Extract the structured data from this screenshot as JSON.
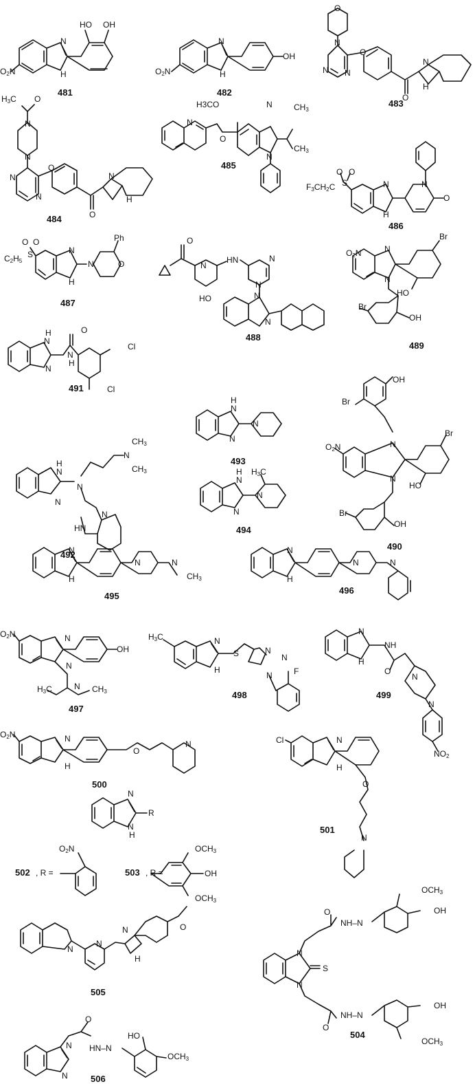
{
  "figure": {
    "type": "chemical-structures",
    "background": "#ffffff",
    "ink": "#111111"
  },
  "compounds": [
    {
      "id": "481",
      "label": "481",
      "substituents": [
        "HO",
        "OH",
        "N",
        "H",
        "O2N"
      ]
    },
    {
      "id": "482",
      "label": "482",
      "substituents": [
        "N",
        "H",
        "OH",
        "O2N"
      ]
    },
    {
      "id": "483",
      "label": "483",
      "substituents": [
        "O",
        "N",
        "N",
        "N",
        "O",
        "N",
        "H",
        "O"
      ]
    },
    {
      "id": "484",
      "label": "484",
      "substituents": [
        "H3C",
        "O",
        "N",
        "N",
        "N",
        "N",
        "O",
        "N",
        "H",
        "O"
      ]
    },
    {
      "id": "485",
      "label": "485",
      "substituents": [
        "H3CO",
        "N",
        "CH3",
        "CH3",
        "N",
        "N",
        "O"
      ]
    },
    {
      "id": "486",
      "label": "486",
      "substituents": [
        "O",
        "O",
        "S",
        "F3CH2C",
        "N",
        "H",
        "N",
        "O"
      ]
    },
    {
      "id": "487",
      "label": "487",
      "substituents": [
        "O",
        "O",
        "S",
        "C2H5",
        "N",
        "H",
        "N",
        "O",
        "Ph"
      ]
    },
    {
      "id": "488",
      "label": "488",
      "substituents": [
        "O",
        "N",
        "HN",
        "N",
        "N",
        "HO",
        "N",
        "N"
      ]
    },
    {
      "id": "489",
      "label": "489",
      "substituents": [
        "O2N",
        "N",
        "N",
        "Br",
        "HO",
        "Br",
        "OH"
      ]
    },
    {
      "id": "490",
      "label": "490",
      "substituents": [
        "Br",
        "OH",
        "O2N",
        "N",
        "N",
        "Br",
        "HO",
        "Br",
        "OH"
      ]
    },
    {
      "id": "491",
      "label": "491",
      "substituents": [
        "H",
        "N",
        "N",
        "O",
        "N",
        "H",
        "Cl",
        "Cl"
      ]
    },
    {
      "id": "492",
      "label": "492",
      "substituents": [
        "H",
        "N",
        "N",
        "N",
        "N",
        "CH3",
        "CH3",
        "N",
        "HN"
      ]
    },
    {
      "id": "493",
      "label": "493",
      "substituents": [
        "H",
        "N",
        "N",
        "N"
      ]
    },
    {
      "id": "494",
      "label": "494",
      "substituents": [
        "H",
        "N",
        "N",
        "N",
        "H3C"
      ]
    },
    {
      "id": "495",
      "label": "495",
      "substituents": [
        "N",
        "H",
        "N",
        "N",
        "CH3"
      ]
    },
    {
      "id": "496",
      "label": "496",
      "substituents": [
        "N",
        "H",
        "N",
        "N"
      ]
    },
    {
      "id": "497",
      "label": "497",
      "substituents": [
        "O2N",
        "N",
        "N",
        "OH",
        "H3C",
        "N",
        "CH3"
      ]
    },
    {
      "id": "498",
      "label": "498",
      "substituents": [
        "H3C",
        "N",
        "H",
        "S",
        "N",
        "N",
        "N",
        "F"
      ]
    },
    {
      "id": "499",
      "label": "499",
      "substituents": [
        "N",
        "H",
        "NH",
        "O",
        "N",
        "N",
        "NO2"
      ]
    },
    {
      "id": "500",
      "label": "500",
      "substituents": [
        "O2N",
        "N",
        "H",
        "O",
        "N"
      ]
    },
    {
      "id": "501",
      "label": "501",
      "substituents": [
        "Cl",
        "N",
        "H",
        "O",
        "N"
      ]
    },
    {
      "id": "502",
      "label": "502",
      "prefix": "502, R =",
      "substituents": [
        "O2N"
      ]
    },
    {
      "id": "503",
      "label": "503",
      "prefix": "503, R =",
      "substituents": [
        "OCH3",
        "OH",
        "OCH3"
      ]
    },
    {
      "id": "504",
      "label": "504",
      "substituents": [
        "O",
        "NH–N",
        "OCH3",
        "OH",
        "N",
        "S",
        "N",
        "O",
        "NH–N",
        "OH",
        "OCH3"
      ]
    },
    {
      "id": "505",
      "label": "505",
      "substituents": [
        "N",
        "N",
        "N",
        "H",
        "O"
      ]
    },
    {
      "id": "506",
      "label": "506",
      "substituents": [
        "O",
        "N",
        "N",
        "HN–N",
        "HO",
        "OCH3"
      ]
    }
  ],
  "generic_core": {
    "r_label": "R",
    "n1": "N",
    "n2": "N",
    "h": "H"
  },
  "labels": {
    "c481": "481",
    "c482": "482",
    "c483": "483",
    "c484": "484",
    "c485": "485",
    "c486": "486",
    "c487": "487",
    "c488": "488",
    "c489": "489",
    "c490": "490",
    "c491": "491",
    "c492": "492",
    "c493": "493",
    "c494": "494",
    "c495": "495",
    "c496": "496",
    "c497": "497",
    "c498": "498",
    "c499": "499",
    "c500": "500",
    "c501": "501",
    "c502": "502",
    "c503": "503",
    "c504": "504",
    "c505": "505",
    "c506": "506",
    "r_eq": ", R ="
  }
}
